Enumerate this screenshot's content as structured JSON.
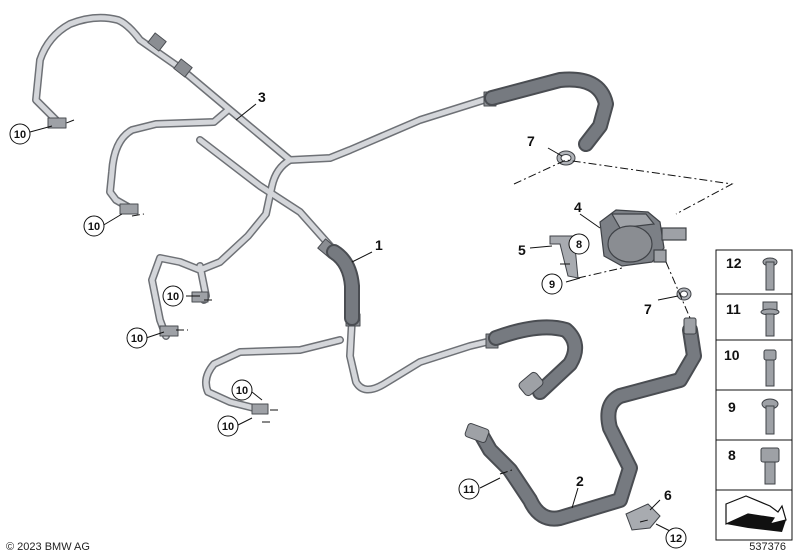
{
  "callouts": {
    "c1": "1",
    "c2": "2",
    "c3": "3",
    "c4": "4",
    "c5": "5",
    "c6": "6",
    "c7a": "7",
    "c7b": "7",
    "c8": "8",
    "c9": "9",
    "c10a": "10",
    "c10b": "10",
    "c10c": "10",
    "c10d": "10",
    "c10e": "10",
    "c10f": "10",
    "c11": "11",
    "c12": "12"
  },
  "parts_panel": {
    "items": [
      {
        "number": "12",
        "icon": "hex-socket-cap-screw-icon"
      },
      {
        "number": "11",
        "icon": "flange-hex-bolt-icon"
      },
      {
        "number": "10",
        "icon": "socket-head-screw-icon"
      },
      {
        "number": "9",
        "icon": "round-head-screw-icon"
      },
      {
        "number": "8",
        "icon": "hex-socket-cap-screw-icon"
      }
    ],
    "navigation_icon": "arrow-icon"
  },
  "footer": {
    "copyright": "© 2023 BMW AG",
    "diagram_id": "537376"
  },
  "colors": {
    "pipe_fill": "#cfd2d6",
    "pipe_outline": "#6e7176",
    "hose": "#6b6e73",
    "hose_dark": "#4a4d52",
    "line": "#111111"
  }
}
